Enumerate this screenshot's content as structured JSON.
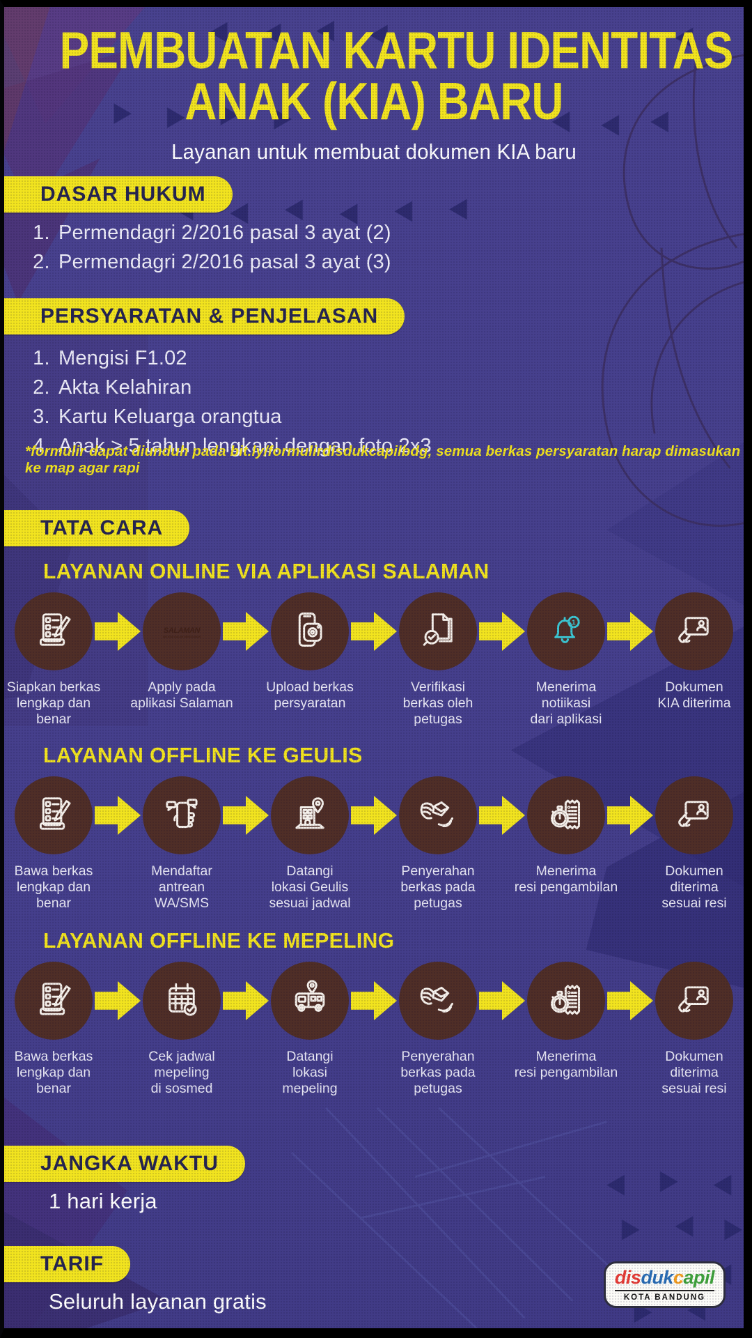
{
  "poster": {
    "title_line1": "PEMBUATAN KARTU IDENTITAS",
    "title_line2": "ANAK (KIA) BARU",
    "subtitle": "Layanan untuk membuat dokumen KIA baru"
  },
  "dasar_hukum": {
    "heading": "DASAR HUKUM",
    "items": [
      "Permendagri 2/2016 pasal 3 ayat (2)",
      "Permendagri 2/2016 pasal 3 ayat (3)"
    ]
  },
  "persyaratan": {
    "heading": "PERSYARATAN & PENJELASAN",
    "items": [
      "Mengisi F1.02",
      "Akta Kelahiran",
      "Kartu Keluarga orangtua",
      "Anak > 5 tahun lengkapi dengan foto 2x3"
    ],
    "note": "*formulir dapat diunduh pada bit.ly/formulirdisdukcapilbdg, semua berkas persyaratan harap dimasukan ke map agar rapi"
  },
  "tata_cara": {
    "heading": "TATA CARA",
    "flows": [
      {
        "title": "LAYANAN ONLINE VIA APLIKASI SALAMAN",
        "steps": [
          {
            "icon": "checklist-pencil-icon",
            "label": "Siapkan berkas\nlengkap dan\nbenar"
          },
          {
            "icon": "salaman-app-icon",
            "label": "Apply pada\naplikasi Salaman"
          },
          {
            "icon": "phone-camera-icon",
            "label": "Upload berkas\npersyaratan"
          },
          {
            "icon": "document-verification-icon",
            "label": "Verifikasi\nberkas oleh\npetugas"
          },
          {
            "icon": "notification-bell-icon",
            "label": "Menerima\nnotiikasi\ndari aplikasi"
          },
          {
            "icon": "id-card-hand-icon",
            "label": "Dokumen\nKIA diterima"
          }
        ]
      },
      {
        "title": "LAYANAN OFFLINE KE GEULIS",
        "steps": [
          {
            "icon": "checklist-pencil-icon",
            "label": "Bawa berkas\nlengkap dan\nbenar"
          },
          {
            "icon": "phone-register-icon",
            "label": "Mendaftar\nantrean\nWA/SMS"
          },
          {
            "icon": "building-location-icon",
            "label": "Datangi\nlokasi Geulis\nsesuai jadwal"
          },
          {
            "icon": "handover-documents-icon",
            "label": "Penyerahan\nberkas pada\npetugas"
          },
          {
            "icon": "receipt-timer-icon",
            "label": "Menerima\nresi pengambilan"
          },
          {
            "icon": "id-card-hand-icon",
            "label": "Dokumen\nditerima\nsesuai resi"
          }
        ]
      },
      {
        "title": "LAYANAN OFFLINE KE MEPELING",
        "steps": [
          {
            "icon": "checklist-pencil-icon",
            "label": "Bawa berkas\nlengkap dan\nbenar"
          },
          {
            "icon": "calendar-check-icon",
            "label": "Cek jadwal\nmepeling\ndi sosmed"
          },
          {
            "icon": "bus-location-icon",
            "label": "Datangi\nlokasi\nmepeling"
          },
          {
            "icon": "handover-documents-icon",
            "label": "Penyerahan\nberkas pada\npetugas"
          },
          {
            "icon": "receipt-timer-icon",
            "label": "Menerima\nresi pengambilan"
          },
          {
            "icon": "id-card-hand-icon",
            "label": "Dokumen\nditerima\nsesuai resi"
          }
        ]
      }
    ]
  },
  "salaman_logo": {
    "name": "SALAMAN",
    "tagline": "SELESAI DALAM GENGGAMAN"
  },
  "icons": {
    "notification_count": "1"
  },
  "jangka_waktu": {
    "heading": "JANGKA WAKTU",
    "value": "1 hari kerja"
  },
  "tarif": {
    "heading": "TARIF",
    "value": "Seluruh layanan gratis"
  },
  "footer_logo": {
    "part1": "dis",
    "part2": "duk",
    "part3": "c",
    "part4": "apil",
    "subtext": "KOTA BANDUNG"
  },
  "colors": {
    "background": "#45408e",
    "accent_yellow": "#f2e41f",
    "badge_text": "#262550",
    "circle_brown": "#4f2e27",
    "icon_stroke": "#f7f2ec",
    "bell_cyan": "#3cc8d4"
  }
}
